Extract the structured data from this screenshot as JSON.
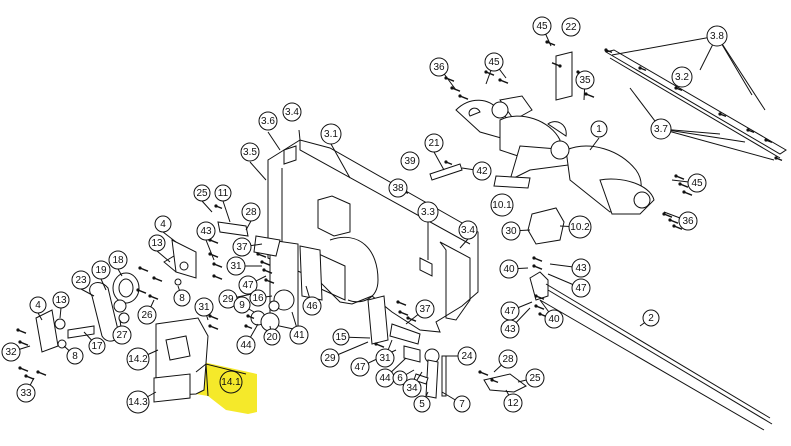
{
  "colors": {
    "highlight": "#f5e92a",
    "ink": "#111111",
    "background": "#ffffff"
  },
  "callouts": [
    {
      "id": "c-45-top",
      "label": "45"
    },
    {
      "id": "c-22",
      "label": "22"
    },
    {
      "id": "c-3.8",
      "label": "3.8"
    },
    {
      "id": "c-36-top",
      "label": "36"
    },
    {
      "id": "c-45-mid",
      "label": "45"
    },
    {
      "id": "c-35",
      "label": "35"
    },
    {
      "id": "c-3.2",
      "label": "3.2"
    },
    {
      "id": "c-3.7",
      "label": "3.7"
    },
    {
      "id": "c-3.4-top",
      "label": "3.4"
    },
    {
      "id": "c-3.6",
      "label": "3.6"
    },
    {
      "id": "c-3.1",
      "label": "3.1"
    },
    {
      "id": "c-1",
      "label": "1"
    },
    {
      "id": "c-3.5",
      "label": "3.5"
    },
    {
      "id": "c-21",
      "label": "21"
    },
    {
      "id": "c-39",
      "label": "39"
    },
    {
      "id": "c-42",
      "label": "42"
    },
    {
      "id": "c-45-right",
      "label": "45"
    },
    {
      "id": "c-38",
      "label": "38"
    },
    {
      "id": "c-25-top",
      "label": "25"
    },
    {
      "id": "c-11",
      "label": "11"
    },
    {
      "id": "c-10.1",
      "label": "10.1"
    },
    {
      "id": "c-36-right",
      "label": "36"
    },
    {
      "id": "c-28-top",
      "label": "28"
    },
    {
      "id": "c-3.3",
      "label": "3.3"
    },
    {
      "id": "c-4-top",
      "label": "4"
    },
    {
      "id": "c-43-top",
      "label": "43"
    },
    {
      "id": "c-30",
      "label": "30"
    },
    {
      "id": "c-10.2",
      "label": "10.2"
    },
    {
      "id": "c-3.4-right",
      "label": "3.4"
    },
    {
      "id": "c-13-top",
      "label": "13"
    },
    {
      "id": "c-37-top",
      "label": "37"
    },
    {
      "id": "c-18",
      "label": "18"
    },
    {
      "id": "c-31-top",
      "label": "31"
    },
    {
      "id": "c-40-top",
      "label": "40"
    },
    {
      "id": "c-43-right",
      "label": "43"
    },
    {
      "id": "c-19",
      "label": "19"
    },
    {
      "id": "c-23",
      "label": "23"
    },
    {
      "id": "c-47-top",
      "label": "47"
    },
    {
      "id": "c-47-right",
      "label": "47"
    },
    {
      "id": "c-8-top",
      "label": "8"
    },
    {
      "id": "c-29-top",
      "label": "29"
    },
    {
      "id": "c-16",
      "label": "16"
    },
    {
      "id": "c-4-left",
      "label": "4"
    },
    {
      "id": "c-13-left",
      "label": "13"
    },
    {
      "id": "c-26",
      "label": "26"
    },
    {
      "id": "c-31-mid",
      "label": "31"
    },
    {
      "id": "c-9",
      "label": "9"
    },
    {
      "id": "c-46",
      "label": "46"
    },
    {
      "id": "c-37-mid",
      "label": "37"
    },
    {
      "id": "c-47-mid",
      "label": "47"
    },
    {
      "id": "c-40-right",
      "label": "40"
    },
    {
      "id": "c-43-mid",
      "label": "43"
    },
    {
      "id": "c-2",
      "label": "2"
    },
    {
      "id": "c-27",
      "label": "27"
    },
    {
      "id": "c-44-left",
      "label": "44"
    },
    {
      "id": "c-20",
      "label": "20"
    },
    {
      "id": "c-41",
      "label": "41"
    },
    {
      "id": "c-15",
      "label": "15"
    },
    {
      "id": "c-17",
      "label": "17"
    },
    {
      "id": "c-8-left",
      "label": "8"
    },
    {
      "id": "c-32",
      "label": "32"
    },
    {
      "id": "c-14.2",
      "label": "14.2"
    },
    {
      "id": "c-29-bot",
      "label": "29"
    },
    {
      "id": "c-31-bot",
      "label": "31"
    },
    {
      "id": "c-24",
      "label": "24"
    },
    {
      "id": "c-47-bot",
      "label": "47"
    },
    {
      "id": "c-44-bot",
      "label": "44"
    },
    {
      "id": "c-6",
      "label": "6"
    },
    {
      "id": "c-28-bot",
      "label": "28"
    },
    {
      "id": "c-33",
      "label": "33"
    },
    {
      "id": "c-14.1",
      "label": "14.1"
    },
    {
      "id": "c-34",
      "label": "34"
    },
    {
      "id": "c-25-bot",
      "label": "25"
    },
    {
      "id": "c-14.3",
      "label": "14.3"
    },
    {
      "id": "c-5",
      "label": "5"
    },
    {
      "id": "c-7",
      "label": "7"
    },
    {
      "id": "c-12",
      "label": "12"
    }
  ]
}
